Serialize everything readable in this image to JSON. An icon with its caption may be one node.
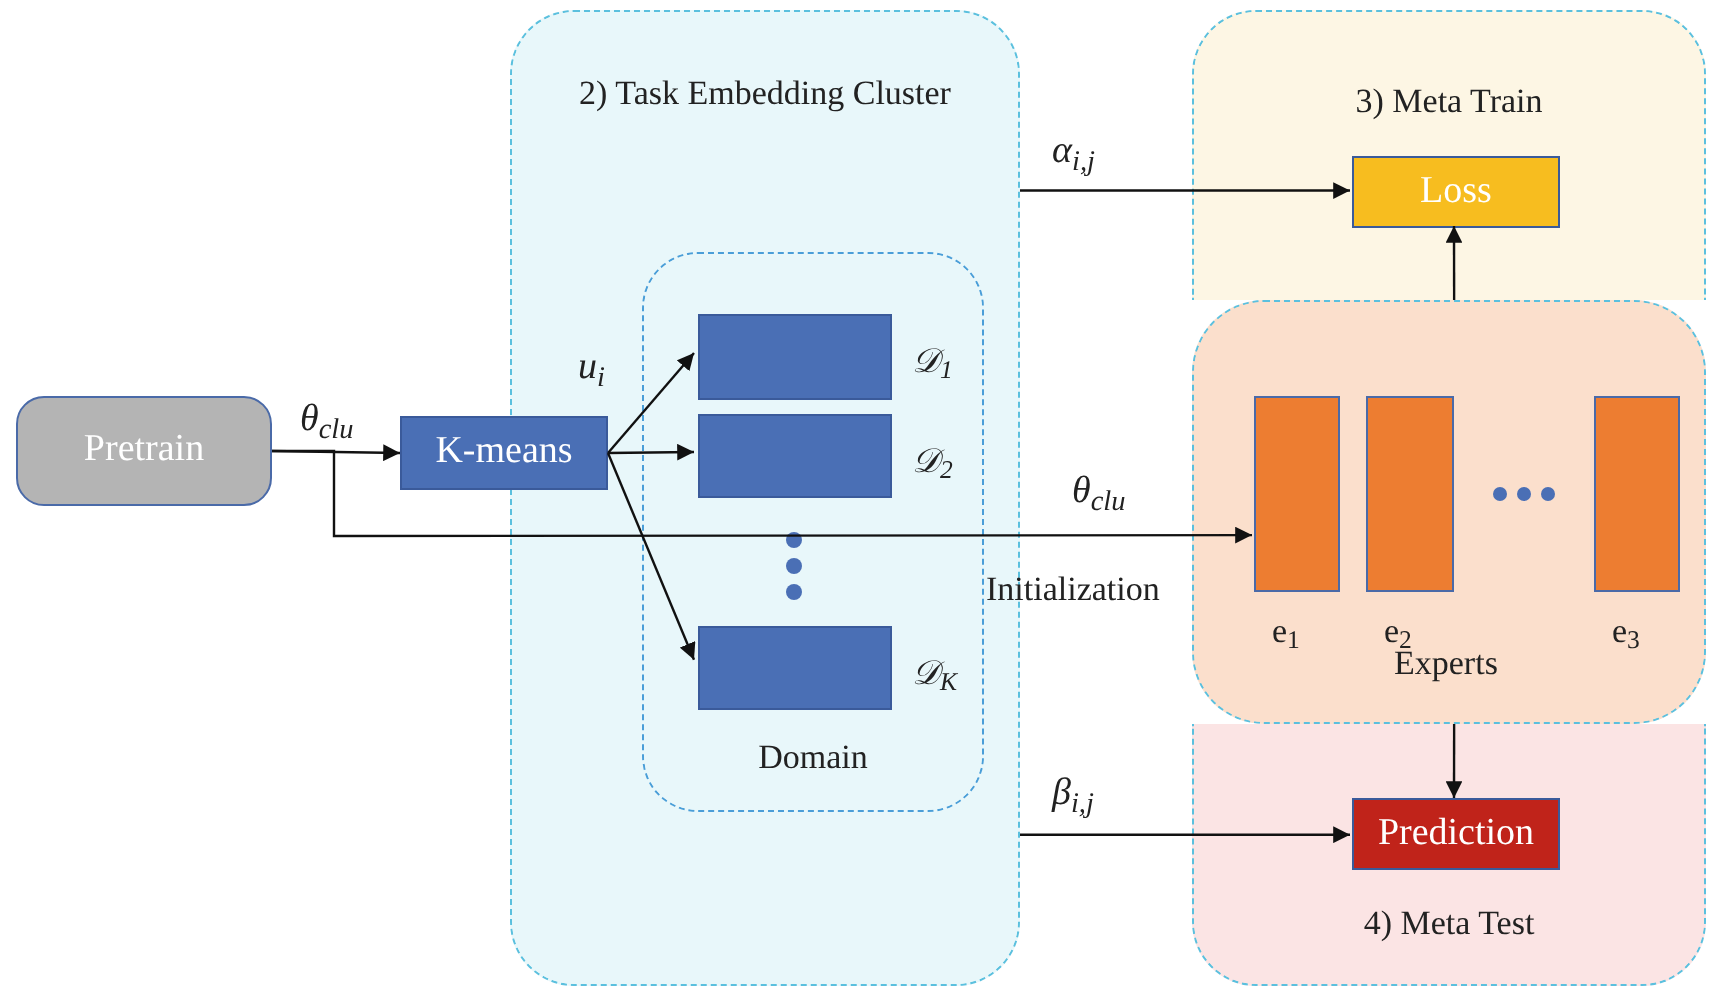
{
  "diagram": {
    "nodes": [
      {
        "text": [
          "Pretrain"
        ]
      },
      {
        "text": [
          "2) Task Embedding Cluster"
        ]
      },
      {
        "text": [
          "K-means"
        ]
      },
      {
        "text": [
          "Domain"
        ],
        "in": 1
      },
      {
        "text": [],
        "shape": "box",
        "in": 3,
        "beside": [
          "𝒟$_{1}$"
        ]
      },
      {
        "text": [],
        "shape": "box",
        "in": 3,
        "beside": [
          "𝒟$_{2}$"
        ]
      },
      {
        "text": [],
        "shape": "box",
        "in": 3,
        "beside": [
          "𝒟$_{K}$"
        ]
      },
      {
        "text": [
          "3) Meta Train"
        ]
      },
      {
        "text": [
          "Loss"
        ],
        "in": 7
      },
      {
        "text": [
          "Experts"
        ]
      },
      {
        "text": [],
        "shape": "box",
        "in": 9,
        "beside": [
          "e$_{1}$"
        ]
      },
      {
        "text": [],
        "shape": "box",
        "in": 9,
        "beside": [
          "e$_{2}$"
        ]
      },
      {
        "text": [],
        "shape": "box",
        "in": 9,
        "beside": [
          "e$_{3}$"
        ]
      },
      {
        "text": [
          "4) Meta Test"
        ]
      },
      {
        "text": [
          "Prediction"
        ],
        "in": 13
      }
    ],
    "edges": [
      {
        "from": 0,
        "to": 2,
        "arrow": "to",
        "label": "θ$_{clu}$"
      },
      {
        "from": 2,
        "to": 4,
        "arrow": "to"
      },
      {
        "from": 2,
        "to": 5,
        "arrow": "to"
      },
      {
        "from": 2,
        "to": 6,
        "arrow": "to"
      },
      {
        "from": 0,
        "to": 10,
        "arrow": "to",
        "label": "θ$_{clu}$"
      },
      {
        "from": 1,
        "to": 8,
        "arrow": "to",
        "label": "α$_{i,j}$"
      },
      {
        "from": 1,
        "to": 14,
        "arrow": "to",
        "label": "β$_{i,j}$"
      },
      {
        "from": 9,
        "to": 8,
        "arrow": "to"
      },
      {
        "from": 9,
        "to": 14,
        "arrow": "to"
      }
    ],
    "labels": [
      "u$_{i}$",
      "Initialization"
    ]
  }
}
